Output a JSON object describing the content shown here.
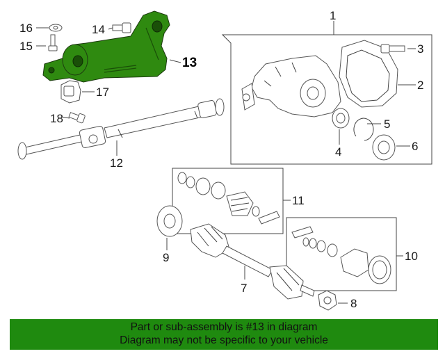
{
  "callouts": {
    "c1": "1",
    "c2": "2",
    "c3": "3",
    "c4": "4",
    "c5": "5",
    "c6": "6",
    "c7": "7",
    "c8": "8",
    "c9": "9",
    "c10": "10",
    "c11": "11",
    "c12": "12",
    "c13": "13",
    "c14": "14",
    "c15": "15",
    "c16": "16",
    "c17": "17",
    "c18": "18"
  },
  "banner": {
    "line1": "Part or sub-assembly is #13 in diagram",
    "line2": "Diagram may not be specific to your vehicle"
  },
  "colors": {
    "highlight": "#2f8a10",
    "banner": "#1f8a0f"
  }
}
